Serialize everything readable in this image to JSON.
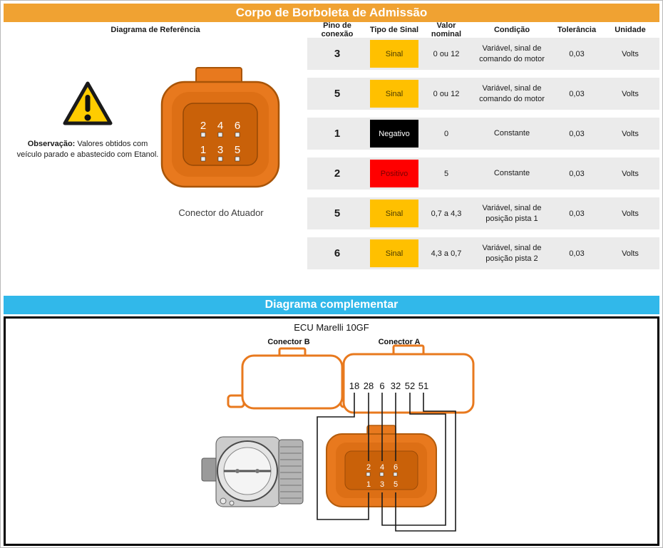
{
  "colors": {
    "title_bar_bg": "#F0A232",
    "section_bar_bg": "#31B8EA",
    "signal_yellow": "#FFC000",
    "negative_black": "#000000",
    "positive_red": "#FF0000",
    "row_gray": "#EBEBEB",
    "connector_orange": "#E8791E"
  },
  "header": {
    "title": "Corpo de Borboleta de Admissão"
  },
  "table": {
    "ref_header": "Diagrama de Referência",
    "columns": [
      "Pino de conexão",
      "Tipo de Sinal",
      "Valor nominal",
      "Condição",
      "Tolerância",
      "Unidade"
    ],
    "rows": [
      {
        "pin": "3",
        "type": "Sinal",
        "type_bg": "#FFC000",
        "type_fg": "#4a3b00",
        "value": "0 ou 12",
        "condition": "Variável, sinal de comando do motor",
        "tolerance": "0,03",
        "unit": "Volts"
      },
      {
        "pin": "5",
        "type": "Sinal",
        "type_bg": "#FFC000",
        "type_fg": "#4a3b00",
        "value": "0 ou 12",
        "condition": "Variável, sinal de comando do motor",
        "tolerance": "0,03",
        "unit": "Volts"
      },
      {
        "pin": "1",
        "type": "Negativo",
        "type_bg": "#000000",
        "type_fg": "#FFFFFF",
        "value": "0",
        "condition": "Constante",
        "tolerance": "0,03",
        "unit": "Volts"
      },
      {
        "pin": "2",
        "type": "Positivo",
        "type_bg": "#FF0000",
        "type_fg": "#7a0000",
        "value": "5",
        "condition": "Constante",
        "tolerance": "0,03",
        "unit": "Volts"
      },
      {
        "pin": "5",
        "type": "Sinal",
        "type_bg": "#FFC000",
        "type_fg": "#4a3b00",
        "value": "0,7 a 4,3",
        "condition": "Variável, sinal de posição pista 1",
        "tolerance": "0,03",
        "unit": "Volts"
      },
      {
        "pin": "6",
        "type": "Sinal",
        "type_bg": "#FFC000",
        "type_fg": "#4a3b00",
        "value": "4,3 a 0,7",
        "condition": "Variável, sinal de posição pista 2",
        "tolerance": "0,03",
        "unit": "Volts"
      }
    ]
  },
  "reference": {
    "observation_label": "Observação:",
    "observation_text": "Valores obtidos com veículo parado e abastecido com Etanol.",
    "connector_caption": "Conector do Atuador",
    "pins_top": [
      "2",
      "4",
      "6"
    ],
    "pins_bottom": [
      "1",
      "3",
      "5"
    ]
  },
  "complementary": {
    "title": "Diagrama complementar",
    "ecu_title": "ECU Marelli 10GF",
    "connector_b": "Conector B",
    "connector_a": "Conector A",
    "ecu_pins": [
      "18",
      "28",
      "6",
      "32",
      "52",
      "51"
    ]
  }
}
